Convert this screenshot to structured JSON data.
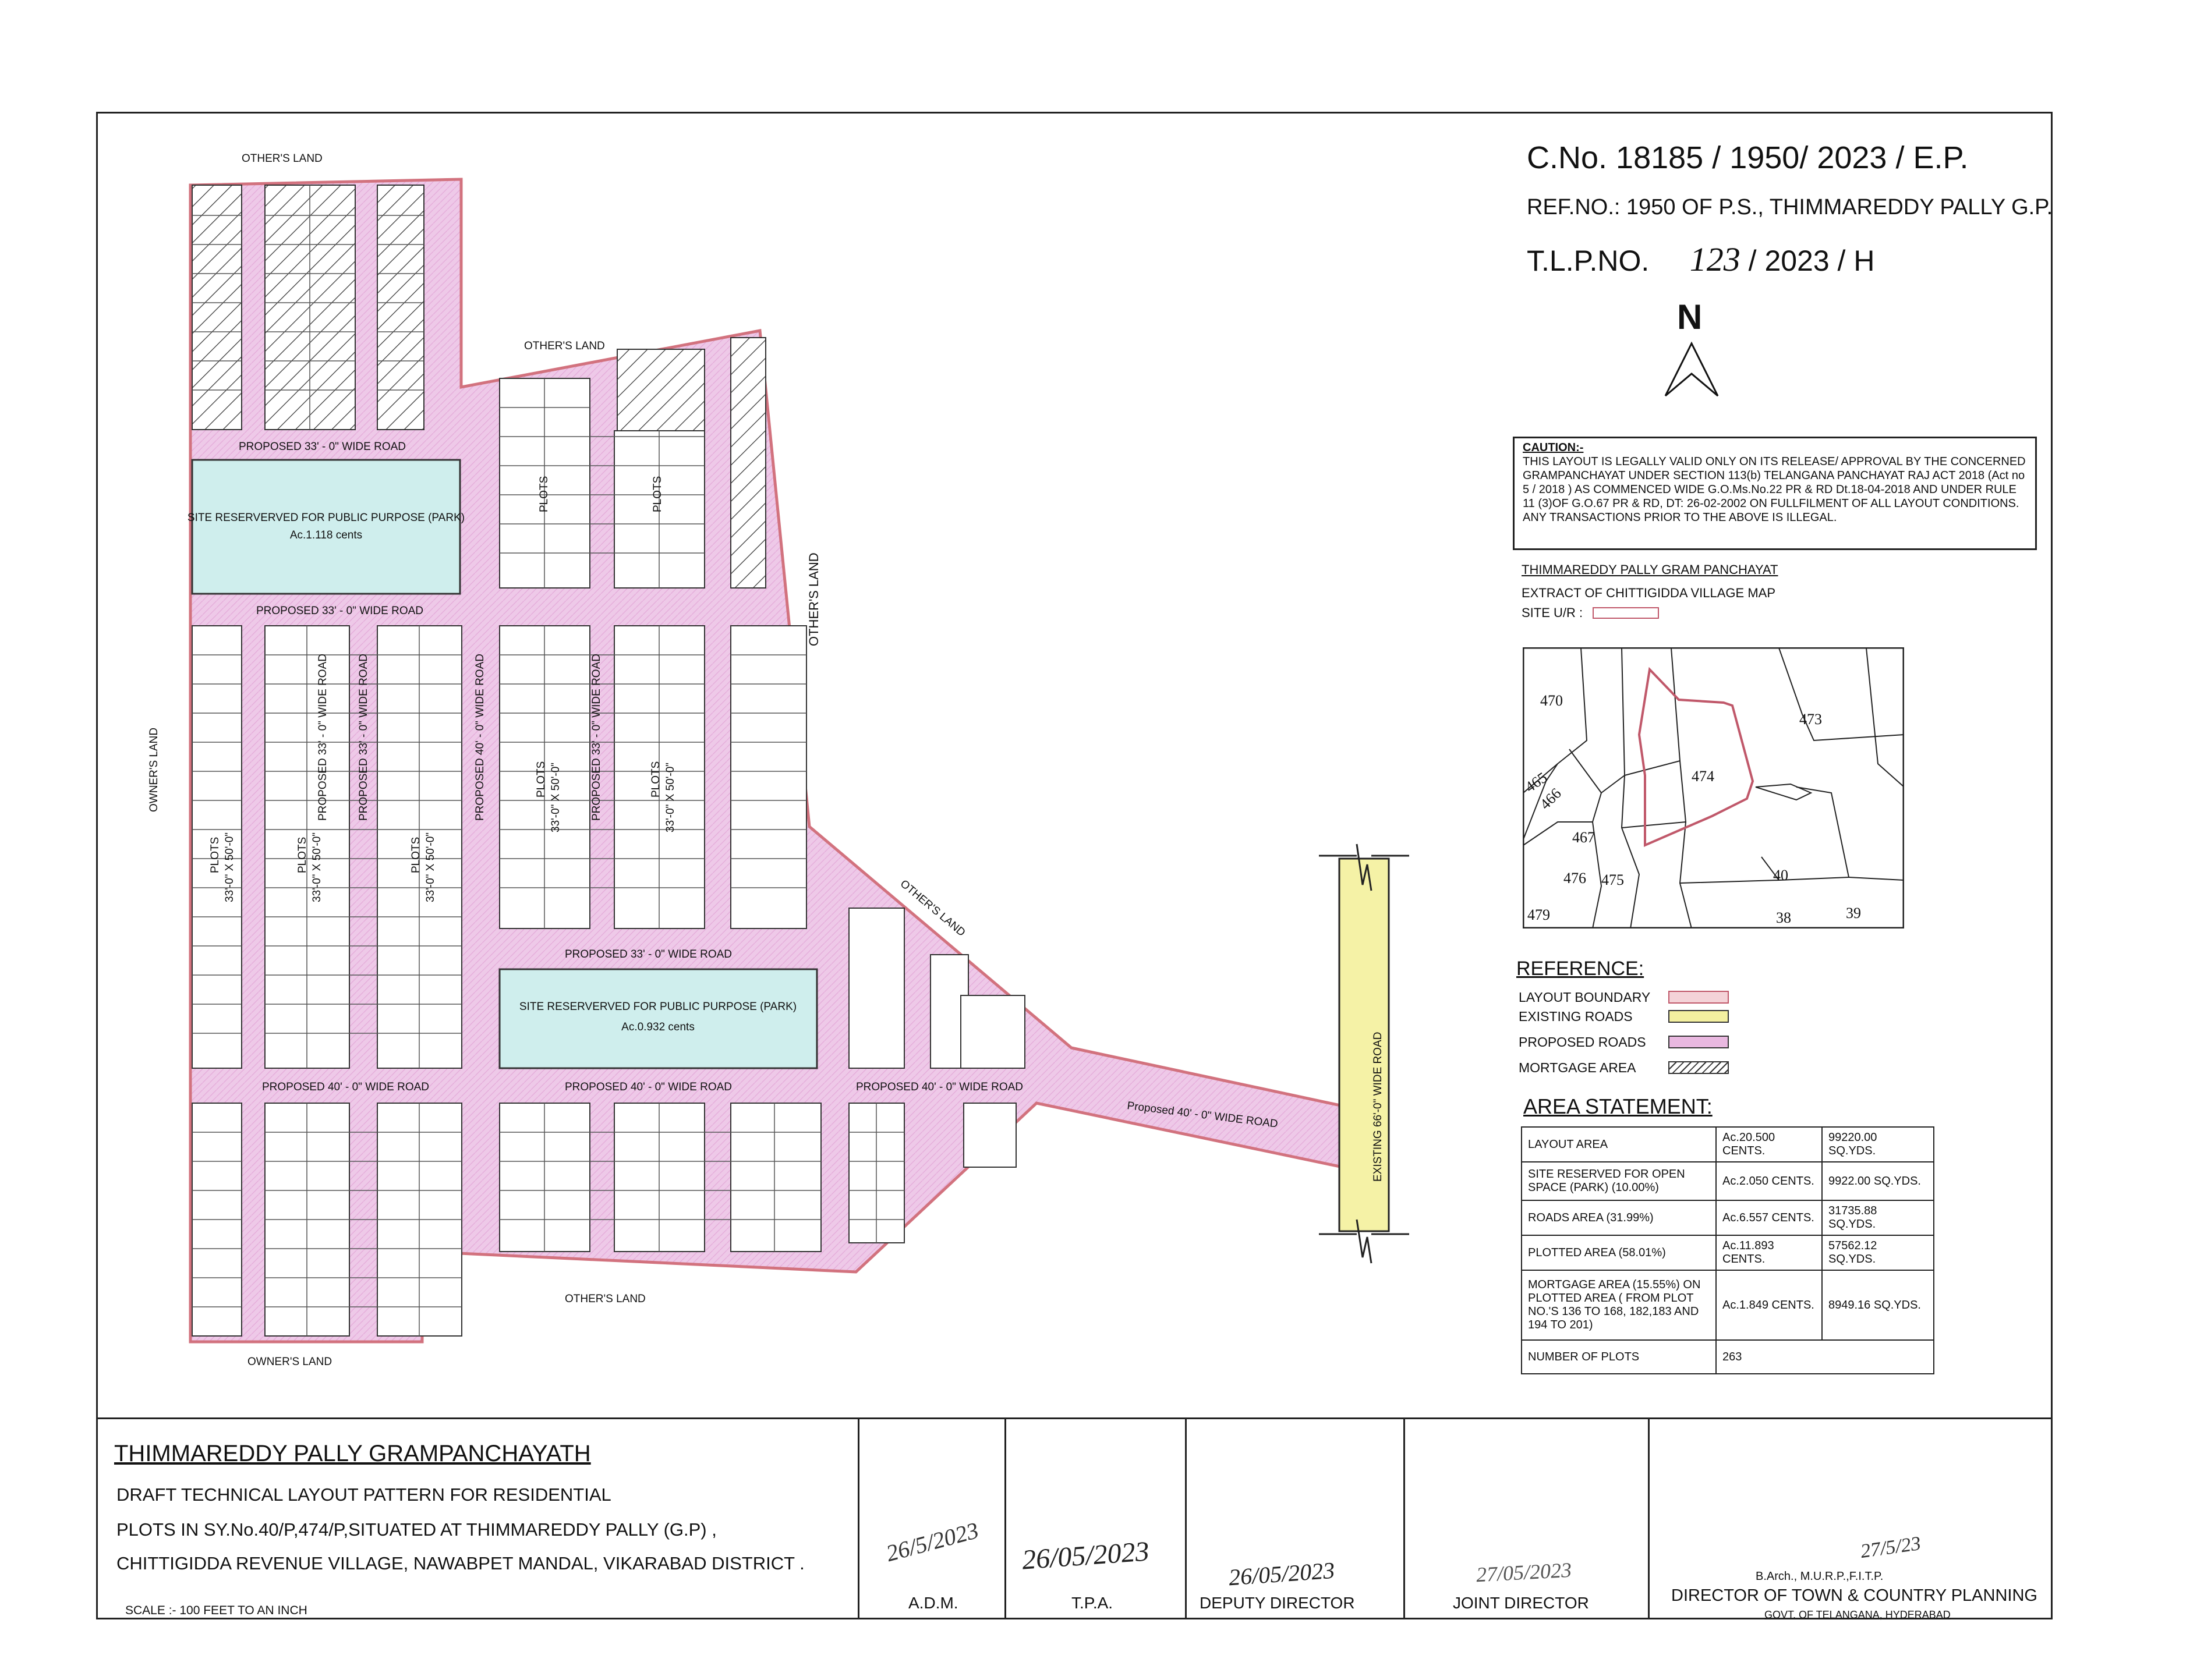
{
  "header": {
    "case_no": "C.No. 18185 / 1950/ 2023 / E.P.",
    "ref_no": "REF.NO.: 1950 OF P.S., THIMMAREDDY PALLY G.P.",
    "tlp_prefix": "T.L.P.NO.",
    "tlp_handwritten": "123",
    "tlp_suffix": "/ 2023 / H",
    "north": "N"
  },
  "caution": {
    "heading": "CAUTION:-",
    "text": "THIS LAYOUT IS LEGALLY VALID ONLY ON ITS RELEASE/ APPROVAL BY THE CONCERNED GRAMPANCHAYAT UNDER SECTION 113(b) TELANGANA PANCHAYAT RAJ ACT 2018 (Act no 5 / 2018 ) AS COMMENCED WIDE G.O.Ms.No.22 PR & RD Dt.18-04-2018 AND UNDER RULE 11 (3)OF G.O.67 PR & RD, DT: 26-02-2002 ON FULLFILMENT OF ALL LAYOUT CONDITIONS. ANY TRANSACTIONS PRIOR TO THE ABOVE IS ILLEGAL."
  },
  "extract": {
    "gp_name": "THIMMAREDDY PALLY GRAM PANCHAYAT",
    "title": "EXTRACT OF CHITTIGIDDA VILLAGE MAP",
    "site_label": "SITE U/R :",
    "survey_numbers": [
      "470",
      "473",
      "474",
      "465",
      "466",
      "467",
      "476",
      "475",
      "40",
      "479",
      "38",
      "39"
    ]
  },
  "reference": {
    "title": "REFERENCE:",
    "items": [
      {
        "label": "LAYOUT BOUNDARY",
        "color": "#e8a0a8"
      },
      {
        "label": "EXISTING ROADS",
        "color": "#f4f0a0"
      },
      {
        "label": "PROPOSED ROADS",
        "color": "#e9b8e0"
      },
      {
        "label": "MORTGAGE AREA",
        "color": "hatch"
      }
    ]
  },
  "area_statement": {
    "title": "AREA STATEMENT:",
    "rows": [
      {
        "item": "LAYOUT AREA",
        "cents": "Ac.20.500 CENTS.",
        "sqyds": "99220.00 SQ.YDS."
      },
      {
        "item": "SITE RESERVED FOR OPEN SPACE (PARK) (10.00%)",
        "cents": "Ac.2.050 CENTS.",
        "sqyds": "9922.00 SQ.YDS."
      },
      {
        "item": "ROADS AREA (31.99%)",
        "cents": "Ac.6.557 CENTS.",
        "sqyds": "31735.88 SQ.YDS."
      },
      {
        "item": "PLOTTED AREA (58.01%)",
        "cents": "Ac.11.893 CENTS.",
        "sqyds": "57562.12 SQ.YDS."
      },
      {
        "item": "MORTGAGE AREA (15.55%) ON PLOTTED AREA ( FROM PLOT NO.'S 136 TO 168, 182,183 AND 194 TO 201)",
        "cents": "Ac.1.849 CENTS.",
        "sqyds": "8949.16 SQ.YDS."
      },
      {
        "item": "NUMBER OF PLOTS",
        "cents": "263",
        "sqyds": ""
      }
    ]
  },
  "title_block": {
    "gp": "THIMMAREDDY PALLY GRAMPANCHAYATH",
    "line1": "DRAFT TECHNICAL LAYOUT PATTERN FOR RESIDENTIAL",
    "line2": "PLOTS IN SY.No.40/P,474/P,SITUATED AT THIMMAREDDY PALLY (G.P) ,",
    "line3": "CHITTIGIDDA REVENUE VILLAGE, NAWABPET MANDAL, VIKARABAD DISTRICT .",
    "scale": "SCALE :- 100 FEET TO AN INCH",
    "signatories": [
      {
        "role": "A.D.M.",
        "handwritten": "26/5/2023"
      },
      {
        "role": "T.P.A.",
        "handwritten": "26/05/2023"
      },
      {
        "role": "DEPUTY DIRECTOR",
        "handwritten": "26/05/2023"
      },
      {
        "role": "JOINT DIRECTOR",
        "handwritten": "27/05/2023"
      },
      {
        "role": "DIRECTOR OF TOWN & COUNTRY PLANNING",
        "handwritten": "27/5/23"
      }
    ],
    "director_quals": "B.Arch., M.U.R.P.,F.I.T.P.",
    "director_govt": "GOVT. OF TELANGANA, HYDERABAD"
  },
  "map_labels": {
    "roads": [
      "PROPOSED 33' - 0\" WIDE ROAD",
      "PROPOSED 33' - 0\" WIDE ROAD",
      "PROPOSED 33' - 0\" WIDE ROAD",
      "PROPOSED 40' - 0\" WIDE ROAD",
      "PROPOSED 40' - 0\" WIDE ROAD",
      "PROPOSED 40' - 0\" WIDE ROAD",
      "Proposed 40' - 0\" WIDE ROAD",
      "EXISTING 66'-0\" WIDE ROAD"
    ],
    "parks": [
      {
        "title": "SITE RESERVERVED FOR PUBLIC PURPOSE (PARK)",
        "area": "Ac.1.118 cents"
      },
      {
        "title": "SITE RESERVERVED FOR PUBLIC PURPOSE (PARK)",
        "area": "Ac.0.932 cents"
      }
    ],
    "others": [
      "OTHER'S LAND",
      "OTHER'S LAND",
      "OTHER'S LAND",
      "OTHER'S LAND",
      "OTHER'S LAND",
      "OWNER'S LAND",
      "OWNER'S LAND"
    ],
    "plots_tag": "PLOTS",
    "plot_size": "33'-0\" X 50'-0\""
  },
  "colors": {
    "proposed_road": "#ecc6e6",
    "existing_road": "#f5f2a6",
    "park": "#cfeeed",
    "boundary": "#d2727e"
  }
}
